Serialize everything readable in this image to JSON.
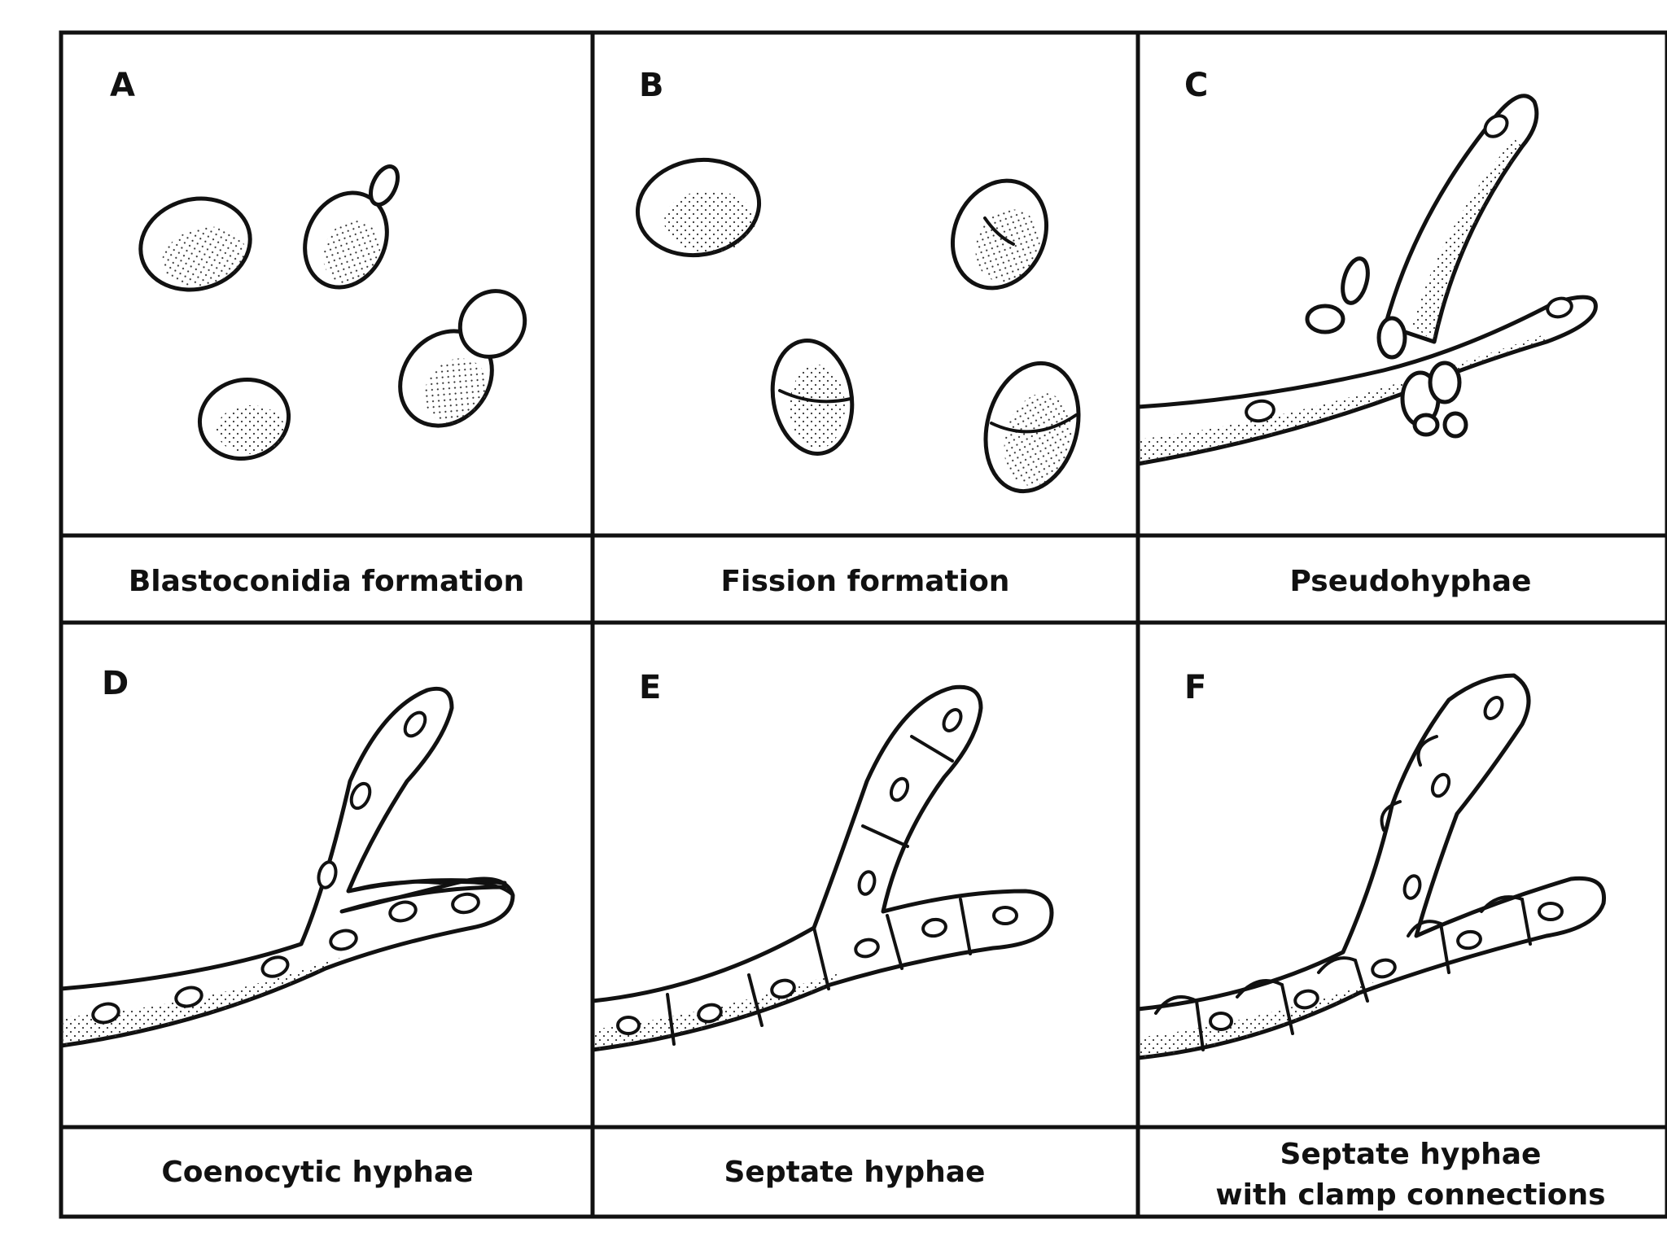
{
  "panels": [
    {
      "letter": "A",
      "caption": "Blastoconidia formation"
    },
    {
      "letter": "B",
      "caption": "Fission formation"
    },
    {
      "letter": "C",
      "caption": "Pseudohyphae"
    },
    {
      "letter": "D",
      "caption": "Coenocytic hyphae"
    },
    {
      "letter": "E",
      "caption": "Septate hyphae"
    },
    {
      "letter": "F",
      "caption_line1": "Septate hyphae",
      "caption_line2": "with clamp connections"
    }
  ]
}
